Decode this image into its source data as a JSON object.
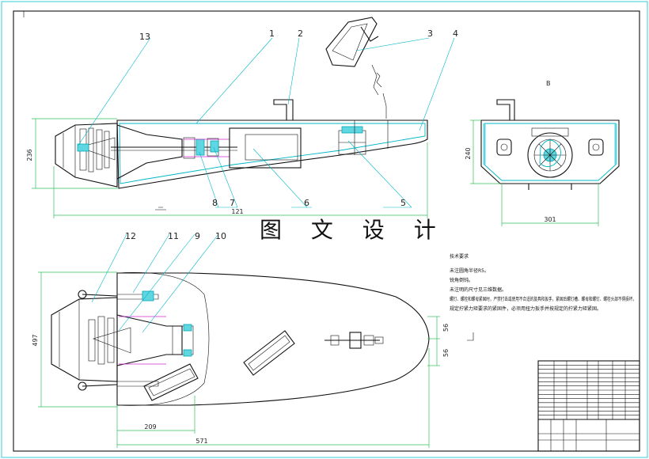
{
  "watermark": "图 文 设 计",
  "view_mark_right": "B",
  "part_numbers": [
    "1",
    "2",
    "3",
    "4",
    "5",
    "6",
    "7",
    "8",
    "9",
    "10",
    "11",
    "12",
    "13"
  ],
  "dimensions": {
    "side_height": "236",
    "side_length": "121",
    "end_height": "240",
    "end_width": "301",
    "top_height": "497",
    "top_len_a": "209",
    "top_len_b": "571",
    "nose_a": "56",
    "nose_b": "56"
  },
  "tech_notes": {
    "heading": "技术要求",
    "lines": [
      "未注圆角半径R5。",
      "锐角倒钝。",
      "未注明的尺寸见三维数据。",
      "螺钉、螺栓和螺母紧固时，严禁打击或使用不合适的旋具和扳手，紧固后螺钉槽、螺母和螺钉、螺栓头部不得损坏。",
      "规定拧紧力矩要求的紧固件，必须用扭力扳手并按规定的拧紧力矩紧固。"
    ]
  },
  "title_block": {
    "rows": [
      "",
      "",
      "",
      "",
      "",
      "",
      "",
      "",
      "",
      "",
      "",
      "",
      "",
      ""
    ]
  },
  "colors": {
    "outline": "#111111",
    "leader": "#00b7c7",
    "dimension": "#31c15a",
    "fill_part": "#5fd6e0",
    "accent": "#d02bd0"
  }
}
